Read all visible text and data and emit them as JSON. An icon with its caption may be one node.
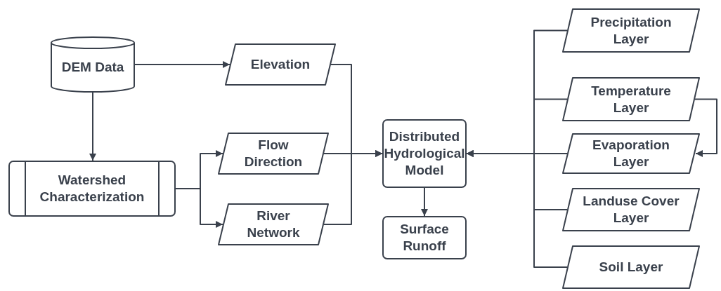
{
  "diagram": {
    "nodes": [
      {
        "text": [
          "DEM Data"
        ]
      },
      {
        "text": [
          "Elevation"
        ]
      },
      {
        "text": [
          "Watershed Characterization"
        ]
      },
      {
        "text": [
          "Flow Direction"
        ]
      },
      {
        "text": [
          "River Network"
        ]
      },
      {
        "text": [
          "Distributed Hydrological Model"
        ]
      },
      {
        "text": [
          "Surface Runoff"
        ]
      },
      {
        "text": [
          "Precipitation Layer"
        ]
      },
      {
        "text": [
          "Temperature Layer"
        ]
      },
      {
        "text": [
          "Evaporation Layer"
        ]
      },
      {
        "text": [
          "Landuse Cover Layer"
        ]
      },
      {
        "text": [
          "Soil Layer"
        ]
      }
    ],
    "edges": [
      {
        "from": 0,
        "to": 1,
        "arrow": "to"
      },
      {
        "from": 0,
        "to": 2,
        "arrow": "to"
      },
      {
        "from": 2,
        "to": 3,
        "arrow": "to"
      },
      {
        "from": 2,
        "to": 4,
        "arrow": "to"
      },
      {
        "from": 1,
        "to": 5,
        "arrow": "to"
      },
      {
        "from": 3,
        "to": 5,
        "arrow": "to"
      },
      {
        "from": 4,
        "to": 5,
        "arrow": "to"
      },
      {
        "from": 5,
        "to": 6,
        "arrow": "to"
      },
      {
        "from": 7,
        "to": 5,
        "arrow": "to"
      },
      {
        "from": 8,
        "to": 5,
        "arrow": "to"
      },
      {
        "from": 9,
        "to": 5,
        "arrow": "to"
      },
      {
        "from": 10,
        "to": 5,
        "arrow": "to"
      },
      {
        "from": 11,
        "to": 5,
        "arrow": "to"
      },
      {
        "from": 8,
        "to": 9,
        "arrow": "to"
      }
    ]
  }
}
